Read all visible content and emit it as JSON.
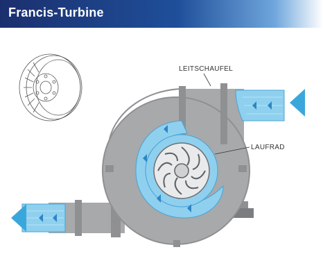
{
  "header": {
    "title": "Francis-Turbine"
  },
  "labels": {
    "guide_vane": "LEITSCHAUFEL",
    "runner": "LAUFRAD"
  },
  "colors": {
    "header_dark": "#1b2f6e",
    "header_mid": "#1f4f9a",
    "water": "#8fd0ee",
    "water_dark": "#4aa3d6",
    "arrow": "#3aa7dc",
    "metal": "#a7a9ab",
    "metal_dark": "#808285"
  },
  "icons": {
    "inflow_arrow": "triangle-left",
    "outflow_arrow": "triangle-left"
  }
}
